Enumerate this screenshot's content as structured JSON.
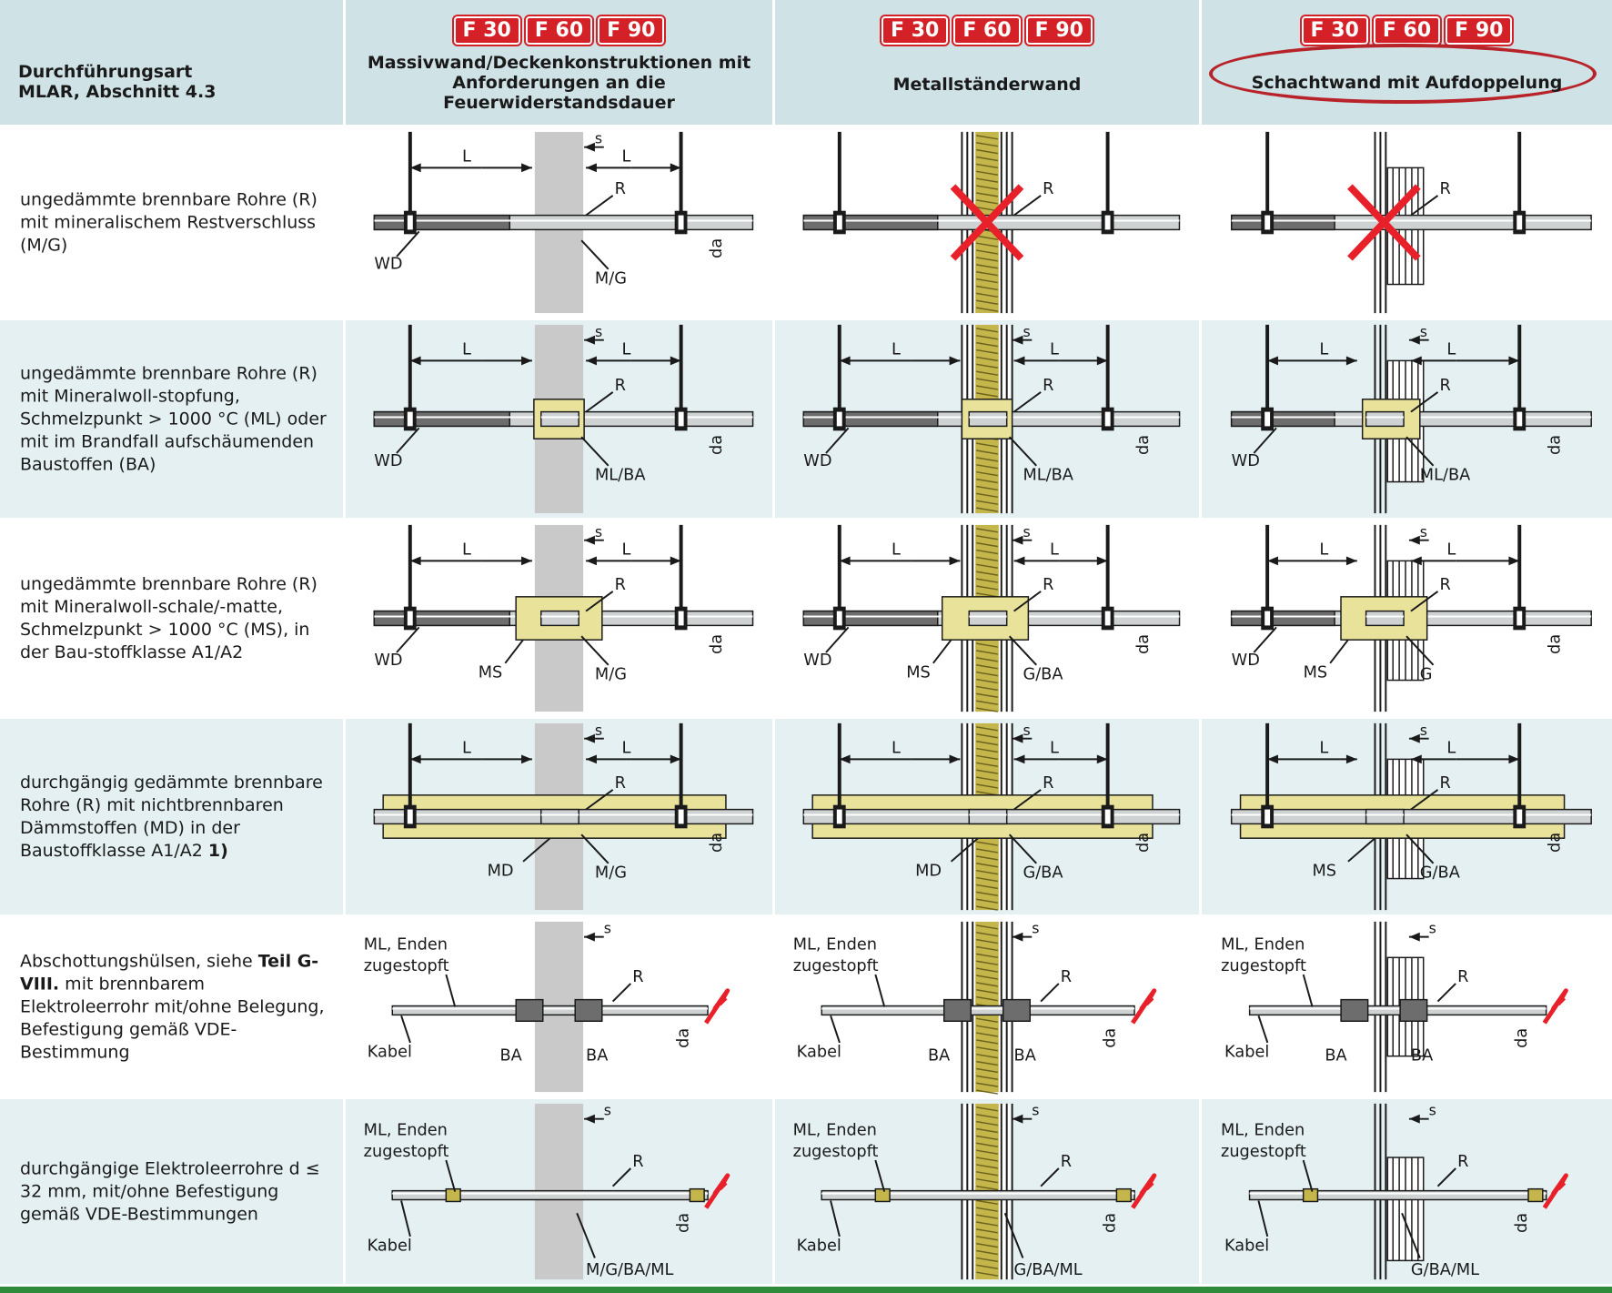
{
  "header": {
    "row_title": "Durchführungsart\nMLAR, Abschnitt 4.3",
    "fire_ratings": [
      "F 30",
      "F 60",
      "F 90"
    ],
    "columns": [
      "Massivwand/Deckenkonstruktionen mit Anforderungen an die Feuerwiderstandsdauer",
      "Metallständerwand",
      "Schachtwand mit Aufdoppelung"
    ]
  },
  "rows": [
    {
      "label_parts": [
        {
          "t": "ungedämmte brennbare Rohre (R) mit mineralischem Restverschluss (M/G)",
          "b": false
        }
      ],
      "type": "r1",
      "cols": [
        {
          "crossed": false,
          "labels": {
            "L1": "L",
            "L2": "L",
            "s": "s",
            "R": "R",
            "WD": "WD",
            "da": "da",
            "bottom": "M/G"
          }
        },
        {
          "crossed": true,
          "labels": {
            "R": "R"
          }
        },
        {
          "crossed": true,
          "labels": {
            "R": "R"
          }
        }
      ]
    },
    {
      "label_parts": [
        {
          "t": "ungedämmte brennbare Rohre (R) mit Mineralwoll-stopfung, Schmelzpunkt > 1000 °C (ML) oder mit im Brandfall aufschäumenden Baustoffen (BA)",
          "b": false
        }
      ],
      "type": "r2",
      "cols": [
        {
          "labels": {
            "L1": "L",
            "L2": "L",
            "s": "s",
            "R": "R",
            "WD": "WD",
            "da": "da",
            "bottom": "ML/BA"
          }
        },
        {
          "labels": {
            "L1": "L",
            "L2": "L",
            "s": "s",
            "R": "R",
            "WD": "WD",
            "da": "da",
            "bottom": "ML/BA"
          }
        },
        {
          "labels": {
            "L1": "L",
            "L2": "L",
            "s": "s",
            "R": "R",
            "WD": "WD",
            "da": "da",
            "bottom": "ML/BA"
          }
        }
      ]
    },
    {
      "label_parts": [
        {
          "t": "ungedämmte brennbare Rohre (R) mit Mineralwoll-schale/-matte, Schmelzpunkt > 1000 °C (MS), in der Bau-stoffklasse A1/A2",
          "b": false
        }
      ],
      "type": "r3",
      "cols": [
        {
          "labels": {
            "L1": "L",
            "L2": "L",
            "s": "s",
            "R": "R",
            "WD": "WD",
            "MS": "MS",
            "da": "da",
            "bottom": "M/G"
          }
        },
        {
          "labels": {
            "L1": "L",
            "L2": "L",
            "s": "s",
            "R": "R",
            "WD": "WD",
            "MS": "MS",
            "da": "da",
            "bottom": "G/BA"
          }
        },
        {
          "labels": {
            "L1": "L",
            "L2": "L",
            "s": "s",
            "R": "R",
            "WD": "WD",
            "MS": "MS",
            "da": "da",
            "bottom": "G"
          }
        }
      ]
    },
    {
      "label_parts": [
        {
          "t": "durchgängig gedämmte brennbare Rohre (R) mit nichtbrennbaren Dämmstoffen (MD) in der Baustoffklasse A1/A2 ",
          "b": false
        },
        {
          "t": "1)",
          "b": true
        }
      ],
      "type": "r4",
      "cols": [
        {
          "labels": {
            "L1": "L",
            "L2": "L",
            "s": "s",
            "R": "R",
            "MD": "MD",
            "da": "da",
            "bottom": "M/G"
          }
        },
        {
          "labels": {
            "L1": "L",
            "L2": "L",
            "s": "s",
            "R": "R",
            "MD": "MD",
            "da": "da",
            "bottom": "G/BA"
          }
        },
        {
          "labels": {
            "L1": "L",
            "L2": "L",
            "s": "s",
            "R": "R",
            "MD": "MS",
            "da": "da",
            "bottom": "G/BA"
          }
        }
      ]
    },
    {
      "label_parts": [
        {
          "t": "Abschottungshülsen, siehe ",
          "b": false
        },
        {
          "t": "Teil G-VIII.",
          "b": true
        },
        {
          "t": " mit brennbarem Elektroleerrohr mit/ohne Belegung, Befestigung gemäß VDE-Bestimmung",
          "b": false
        }
      ],
      "type": "r5",
      "cols": [
        {
          "labels": {
            "ML": "ML, Enden",
            "ML2": "zugestopft",
            "Kabel": "Kabel",
            "BA1": "BA",
            "BA2": "BA",
            "R": "R",
            "s": "s",
            "da": "da"
          }
        },
        {
          "labels": {
            "ML": "ML, Enden",
            "ML2": "zugestopft",
            "Kabel": "Kabel",
            "BA1": "BA",
            "BA2": "BA",
            "R": "R",
            "s": "s",
            "da": "da"
          }
        },
        {
          "labels": {
            "ML": "ML, Enden",
            "ML2": "zugestopft",
            "Kabel": "Kabel",
            "BA1": "BA",
            "BA2": "BA",
            "R": "R",
            "s": "s",
            "da": "da"
          }
        }
      ]
    },
    {
      "label_parts": [
        {
          "t": "durchgängige Elektroleerrohre d ≤ 32 mm, mit/ohne Befestigung gemäß VDE-Bestimmungen",
          "b": false
        }
      ],
      "type": "r6",
      "cols": [
        {
          "labels": {
            "ML": "ML, Enden",
            "ML2": "zugestopft",
            "Kabel": "Kabel",
            "R": "R",
            "s": "s",
            "da": "da",
            "bottom": "M/G/BA/ML"
          }
        },
        {
          "labels": {
            "ML": "ML, Enden",
            "ML2": "zugestopft",
            "Kabel": "Kabel",
            "R": "R",
            "s": "s",
            "da": "da",
            "bottom": "G/BA/ML"
          }
        },
        {
          "labels": {
            "ML": "ML, Enden",
            "ML2": "zugestopft",
            "Kabel": "Kabel",
            "R": "R",
            "s": "s",
            "da": "da",
            "bottom": "G/BA/ML"
          }
        }
      ]
    }
  ],
  "colors": {
    "fire_badge": "#d42027",
    "ellipse": "#b8232a",
    "insulation": "#e9e29a",
    "wall": "#c9c9c9",
    "wool": "#c4b64a",
    "cross": "#e8202a",
    "bar": "#2e8b3c"
  }
}
